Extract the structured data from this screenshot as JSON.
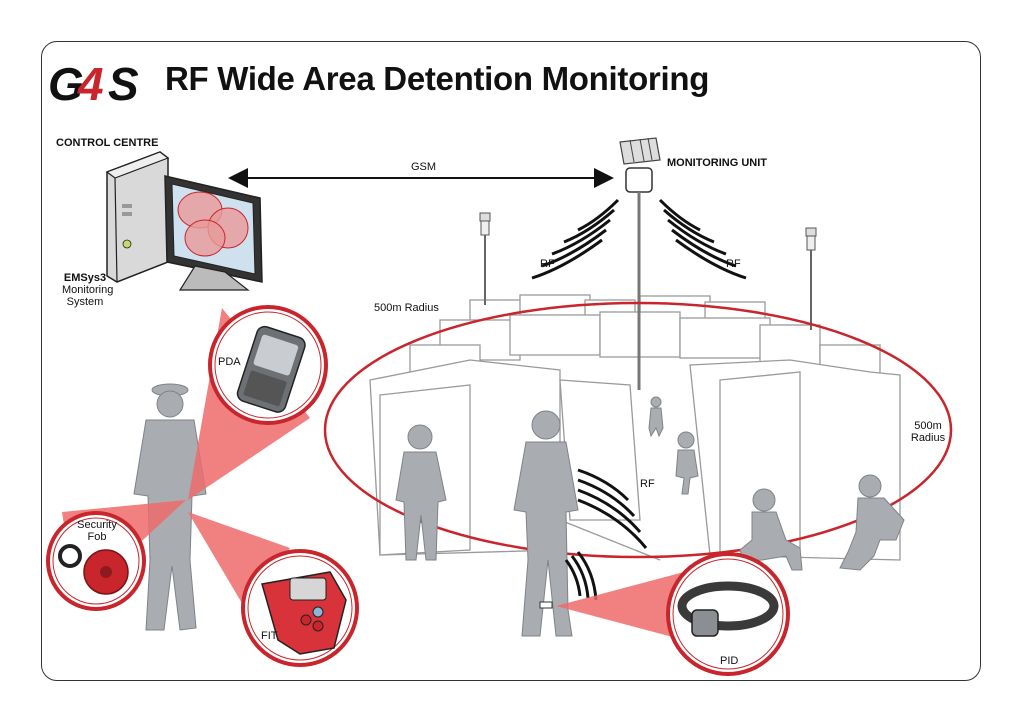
{
  "header": {
    "logo_text": "G4S",
    "title": "RF Wide Area Detention Monitoring"
  },
  "labels": {
    "control_centre": "CONTROL CENTRE",
    "gsm": "GSM",
    "monitoring_unit": "MONITORING UNIT",
    "emsys_name": "EMSys3",
    "emsys_desc_1": "Monitoring",
    "emsys_desc_2": "System",
    "rf_left": "RF",
    "rf_right": "RF",
    "rf_pid": "RF",
    "radius_left": "500m Radius",
    "radius_right_1": "500m",
    "radius_right_2": "Radius",
    "pda": "PDA",
    "security_fob_1": "Security",
    "security_fob_2": "Fob",
    "fit": "FIT",
    "pid": "PID"
  },
  "colors": {
    "brand_red": "#c8262c",
    "callout_pink": "#ef6b6b",
    "figure_grey": "#a9adb2",
    "line_grey": "#9a9a9a"
  }
}
